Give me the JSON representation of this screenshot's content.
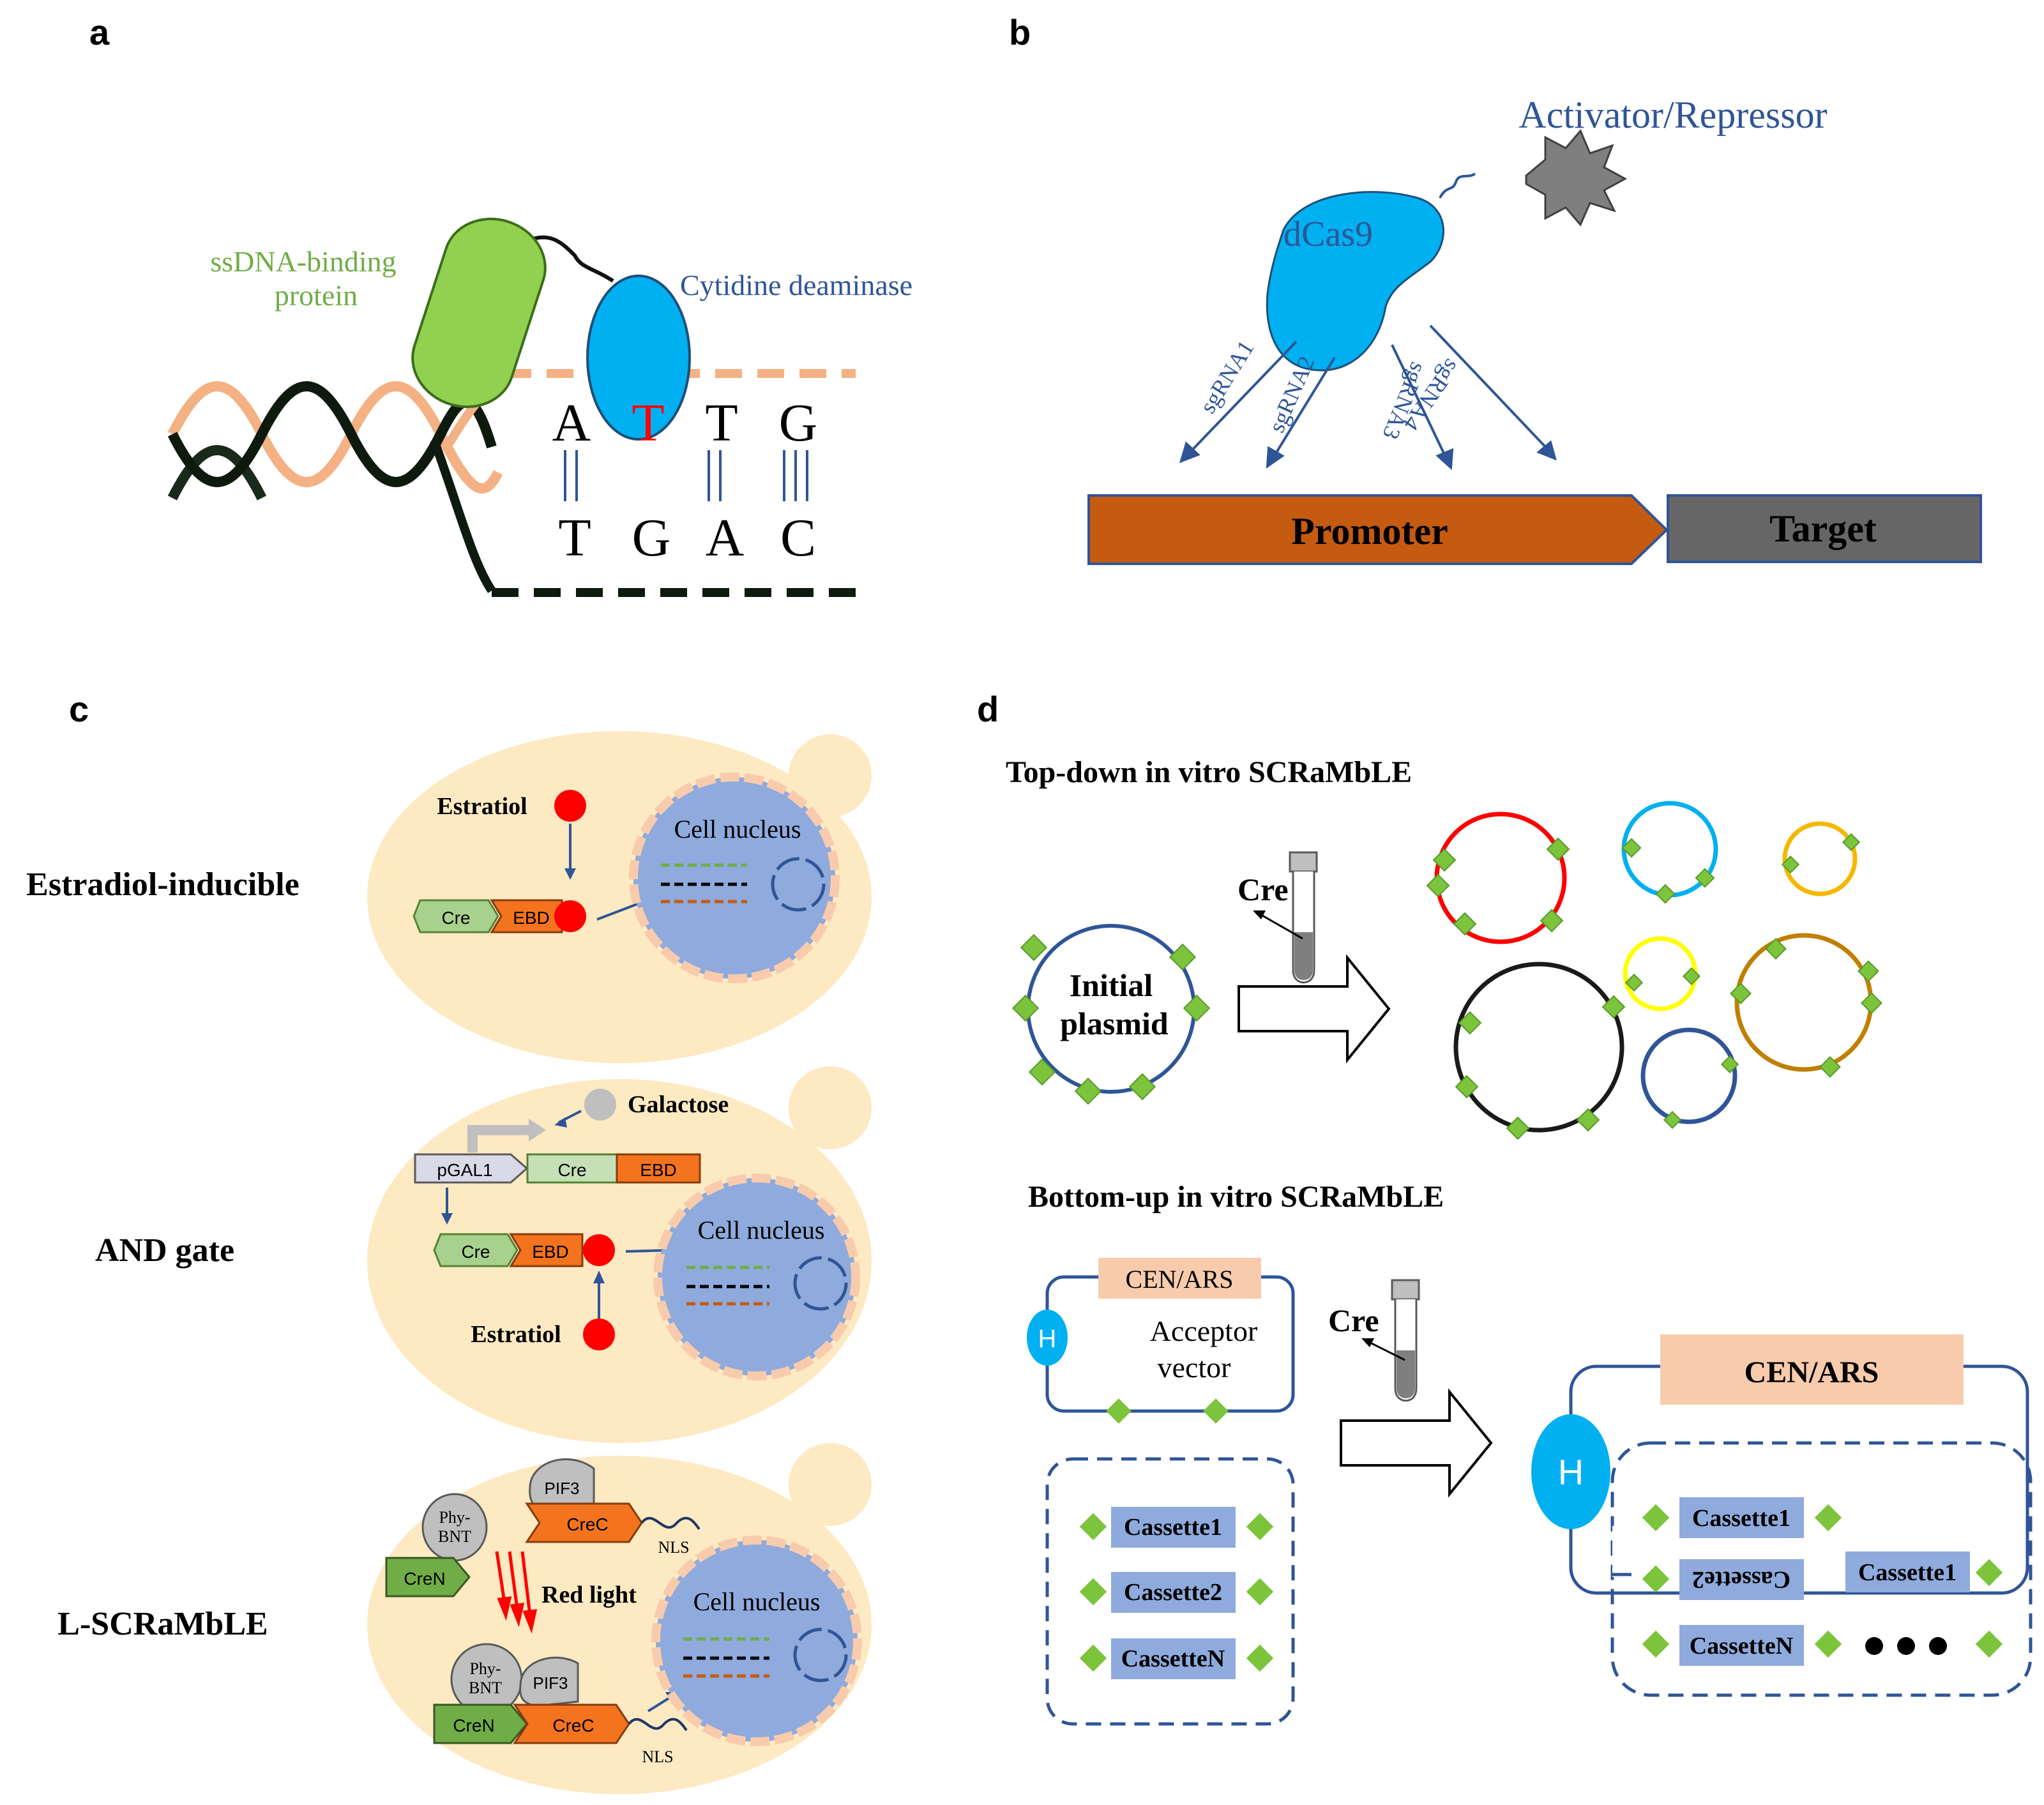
{
  "panel_labels": {
    "a": "a",
    "b": "b",
    "c": "c",
    "d": "d"
  },
  "panel_a": {
    "ssdna_label_line1": "ssDNA-binding",
    "ssdna_label_line2": "protein",
    "deaminase_label": "Cytidine deaminase",
    "top_bases": [
      "A",
      "T",
      "T",
      "G"
    ],
    "bottom_bases": [
      "T",
      "G",
      "A",
      "C"
    ],
    "colors": {
      "protein_green": "#92d050",
      "deaminase_blue": "#00b0f0",
      "edited_base": "#ff0000",
      "label_green": "#70ad47",
      "label_blue": "#2f5597"
    }
  },
  "panel_b": {
    "effector_label": "Activator/Repressor",
    "dcas9_label": "dCas9",
    "sgrnas": [
      "sgRNA1",
      "sgRNA2",
      "sgRNA3",
      "sgRNA4"
    ],
    "promoter_label": "Promoter",
    "target_label": "Target",
    "colors": {
      "promoter": "#c55a11",
      "target": "#666666",
      "dcas9": "#00b0f0"
    }
  },
  "panel_c": {
    "row1": {
      "label": "Estradiol-inducible",
      "ligand": "Estratiol",
      "cre": "Cre",
      "ebd": "EBD",
      "nucleus": "Cell nucleus"
    },
    "row2": {
      "label": "AND gate",
      "galactose": "Galactose",
      "promoter": "pGAL1",
      "cre_gene": "Cre",
      "ebd_gene": "EBD",
      "cre": "Cre",
      "ebd": "EBD",
      "ligand": "Estratiol",
      "nucleus": "Cell nucleus"
    },
    "row3": {
      "label": "L-SCRaMbLE",
      "pif3_top": "PIF3",
      "crec_top": "CreC",
      "nls_top": "NLS",
      "phy_top_line1": "Phy-",
      "phy_top_line2": "BNT",
      "cren_top": "CreN",
      "red_light": "Red light",
      "phy_bot_line1": "Phy-",
      "phy_bot_line2": "BNT",
      "pif3_bot": "PIF3",
      "cren_bot": "CreN",
      "crec_bot": "CreC",
      "nls_bot": "NLS",
      "nucleus": "Cell nucleus"
    },
    "colors": {
      "cell": "#fde9c2",
      "nucleus": "#8faadc",
      "cre": "#a9d18e",
      "ebd": "#f4731f",
      "estradiol": "#ff0000"
    }
  },
  "panel_d": {
    "top_title": "Top-down in vitro SCRaMbLE",
    "cre_top": "Cre",
    "initial_line1": "Initial",
    "initial_line2": "plasmid",
    "bottom_title": "Bottom-up in vitro SCRaMbLE",
    "cen_ars_small": "CEN/ARS",
    "h_small": "H",
    "acceptor_line1": "Acceptor",
    "acceptor_line2": "vector",
    "cre_bottom": "Cre",
    "cassettes_left": [
      "Cassette1",
      "Cassette2",
      "CassetteN"
    ],
    "cen_ars_large": "CEN/ARS",
    "h_large": "H",
    "cassettes_right": [
      "Cassette1",
      "Cassette2",
      "Cassette1",
      "CassetteN"
    ],
    "colors": {
      "loxp": "#7cc43c",
      "cassette": "#8faadc",
      "cen_ars": "#f8cbad",
      "h": "#00b0f0"
    }
  }
}
